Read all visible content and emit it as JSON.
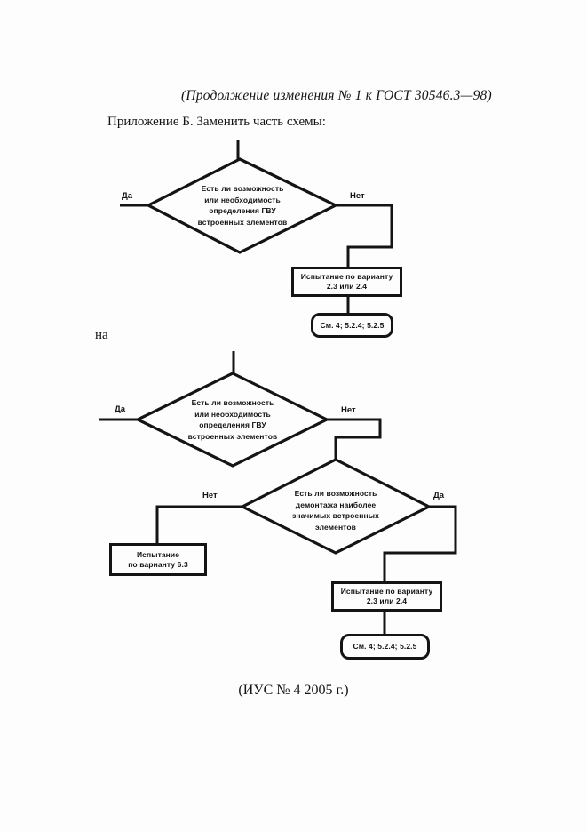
{
  "document": {
    "header_note": "(Продолжение изменения № 1 к ГОСТ 30546.3—98)",
    "instruction": "Приложение Б. Заменить часть схемы:",
    "connector_word": "на",
    "footer_note": "(ИУС № 4 2005 г.)"
  },
  "colors": {
    "ink": "#141414",
    "paper": "#fdfdfd"
  },
  "flowchart_before": {
    "decision": "Есть ли возможность\nили необходимость\nопределения ГВУ\nвстроенных элементов",
    "yes_label": "Да",
    "no_label": "Нет",
    "process": "Испытание по варианту\n2.3 или 2.4",
    "terminal": "См. 4; 5.2.4; 5.2.5"
  },
  "flowchart_after": {
    "decision_1": "Есть ли возможность\nили необходимость\nопределения ГВУ\nвстроенных элементов",
    "decision_1_yes": "Да",
    "decision_1_no": "Нет",
    "decision_2": "Есть ли возможность\nдемонтажа наиболее\nзначимых встроенных\nэлементов",
    "decision_2_no": "Нет",
    "decision_2_yes": "Да",
    "process_no": "Испытание\nпо варианту 6.3",
    "process_yes": "Испытание по варианту\n2.3 или 2.4",
    "terminal": "См. 4; 5.2.4; 5.2.5"
  }
}
